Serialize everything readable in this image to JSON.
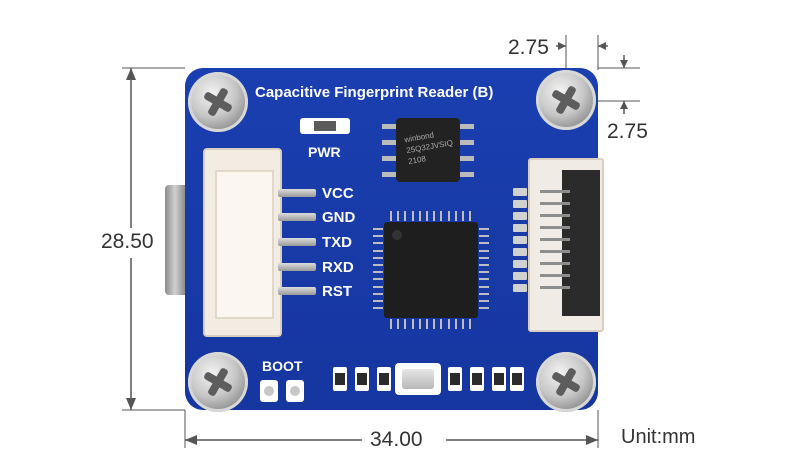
{
  "board": {
    "title": "Capacitive Fingerprint Reader (B)",
    "pins": [
      "VCC",
      "GND",
      "TXD",
      "RXD",
      "RST"
    ],
    "pwr_label": "PWR",
    "boot_label": "BOOT",
    "chip_text": "winbond\n25Q32JVSIQ\n2108"
  },
  "dimensions": {
    "width": "34.00",
    "height": "28.50",
    "hole_offset_x": "2.75",
    "hole_offset_y": "2.75",
    "unit": "Unit:mm"
  },
  "colors": {
    "pcb": "#1a3fb0",
    "silkscreen": "#ffffff"
  }
}
